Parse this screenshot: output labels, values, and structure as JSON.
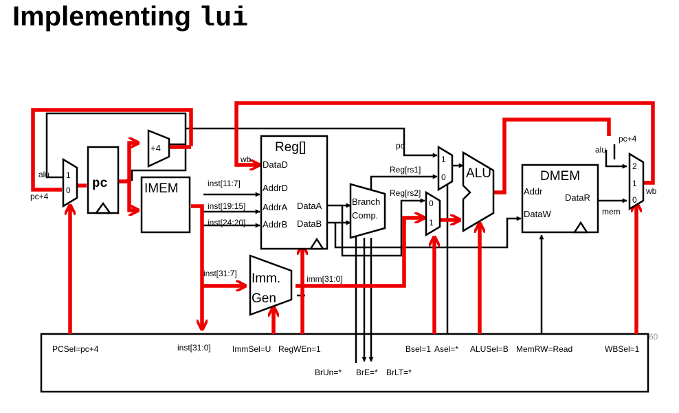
{
  "title": {
    "main": "Implementing",
    "code": "lui"
  },
  "blocks": {
    "pc": "pc",
    "plus4": "+4",
    "imem": "IMEM",
    "reg": "Reg[]",
    "branch1": "Branch",
    "branch2": "Comp.",
    "alu": "ALU",
    "dmem": "DMEM",
    "immgen1": "Imm.",
    "immgen2": "Gen"
  },
  "ports": {
    "dataD": "DataD",
    "addrD": "AddrD",
    "addrA": "AddrA",
    "addrB": "AddrB",
    "dataA": "DataA",
    "dataB": "DataB",
    "dmemAddr": "Addr",
    "dmemDataW": "DataW",
    "dmemDataR": "DataR"
  },
  "signals": {
    "alu_in": "alu",
    "pc4_in": "pc+4",
    "wb": "wb",
    "inst_11_7": "inst[11:7]",
    "inst_19_15": "inst[19:15]",
    "inst_24_20": "inst[24:20]",
    "inst_31_7": "inst[31:7]",
    "imm": "imm[31:0]",
    "pc_label": "pc",
    "rs1": "Reg[rs1]",
    "rs2": "Reg[rs2]",
    "alu_wb": "alu",
    "pc4_wb": "pc+4",
    "wb_out": "wb",
    "mem": "mem",
    "mux_pc_1": "1",
    "mux_pc_0": "0",
    "mux_a_1": "1",
    "mux_a_0": "0",
    "mux_b_0": "0",
    "mux_b_1": "1",
    "mux_wb_2": "2",
    "mux_wb_1": "1",
    "mux_wb_0": "0"
  },
  "controls": {
    "pcsel": "PCSel=pc+4",
    "inst": "inst[31:0]",
    "immsel": "ImmSel=U",
    "regwen": "RegWEn=1",
    "bsel": "Bsel=1",
    "asel": "Asel=*",
    "alusel": "ALUSel=B",
    "memrw": "MemRW=Read",
    "wbsel": "WBSel=1",
    "brun": "BrUn=*",
    "bre": "BrE=*",
    "brlt": "BrLT=*"
  },
  "page_number": "60",
  "colors": {
    "active_path": "#ee0000",
    "wire": "#000000"
  }
}
